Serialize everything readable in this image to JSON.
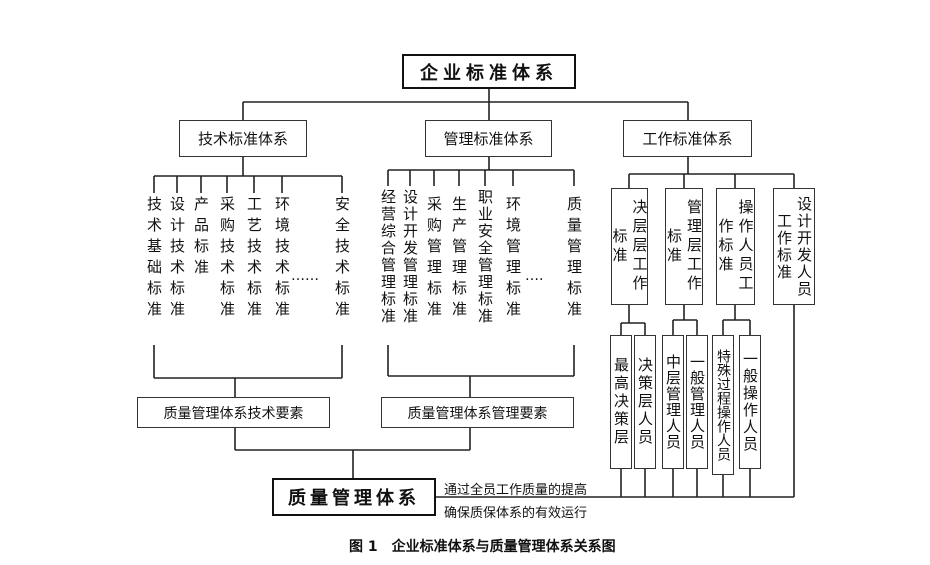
{
  "root": "企业标准体系",
  "level1": {
    "tech": "技术标准体系",
    "mgmt": "管理标准体系",
    "work": "工作标准体系"
  },
  "tech_items": [
    "技术基础标准",
    "设计技术标准",
    "产品标准",
    "采购技术标准",
    "工艺技术标准",
    "环境技术标准",
    "……",
    "安全技术标准"
  ],
  "mgmt_items": [
    "经营综合管理标准",
    "设计开发管理标准",
    "采购管理标准",
    "生产管理标准",
    "职业安全管理标准",
    "环境管理标准",
    "….",
    "质量管理标准"
  ],
  "work_boxes": [
    "决层层工作标准",
    "管理层工作标准",
    "操作人员工作标准",
    "设计开发人员工作标准"
  ],
  "work_sub": [
    "最高决策层",
    "决策层人员",
    "中层管理人员",
    "一般管理人员",
    "特殊过程操作人员",
    "一般操作人员"
  ],
  "elements": {
    "tech": "质量管理体系技术要素",
    "mgmt": "质量管理体系管理要素"
  },
  "qms": "质量管理体系",
  "note": {
    "line1": "通过全员工作质量的提高",
    "line2": "确保质保体系的有效运行"
  },
  "caption": "图 1　企业标准体系与质量管理体系关系图"
}
